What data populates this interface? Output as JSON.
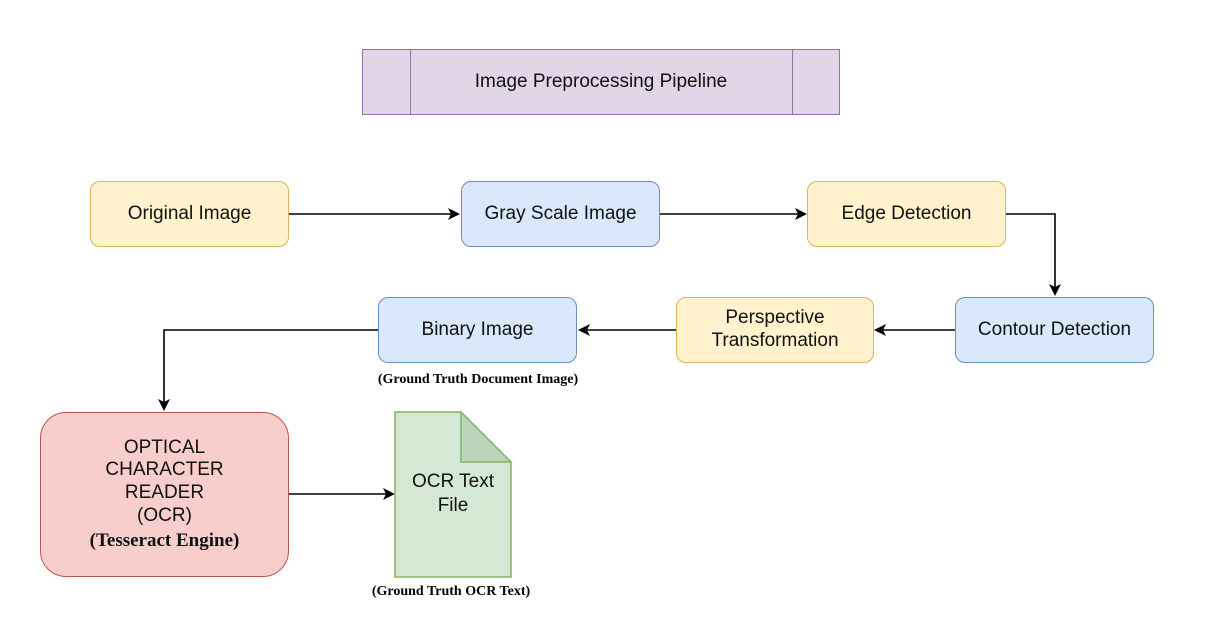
{
  "title": "Image Preprocessing Pipeline",
  "nodes": {
    "original": "Original Image",
    "grayscale": "Gray Scale Image",
    "edge": "Edge Detection",
    "contour": "Contour Detection",
    "perspective_line1": "Perspective",
    "perspective_line2": "Transformation",
    "binary": "Binary Image",
    "ocr_line1": "OPTICAL",
    "ocr_line2": "CHARACTER",
    "ocr_line3": "READER",
    "ocr_line4": "(OCR)",
    "ocr_engine": "(Tesseract Engine)",
    "text_file_line1": "OCR Text",
    "text_file_line2": "File"
  },
  "captions": {
    "binary": "(Ground Truth Document Image)",
    "text_file": "(Ground Truth OCR Text)"
  },
  "colors": {
    "yellow_fill": "#fff2cc",
    "yellow_stroke": "#d6b656",
    "blue_fill": "#dae8fc",
    "blue_stroke": "#6c8ebf",
    "red_fill": "#f8cecc",
    "red_stroke": "#b85450",
    "green_fill": "#d5e8d4",
    "green_stroke": "#82b366",
    "purple_fill": "#e1d5e7",
    "purple_stroke": "#9673a6"
  }
}
